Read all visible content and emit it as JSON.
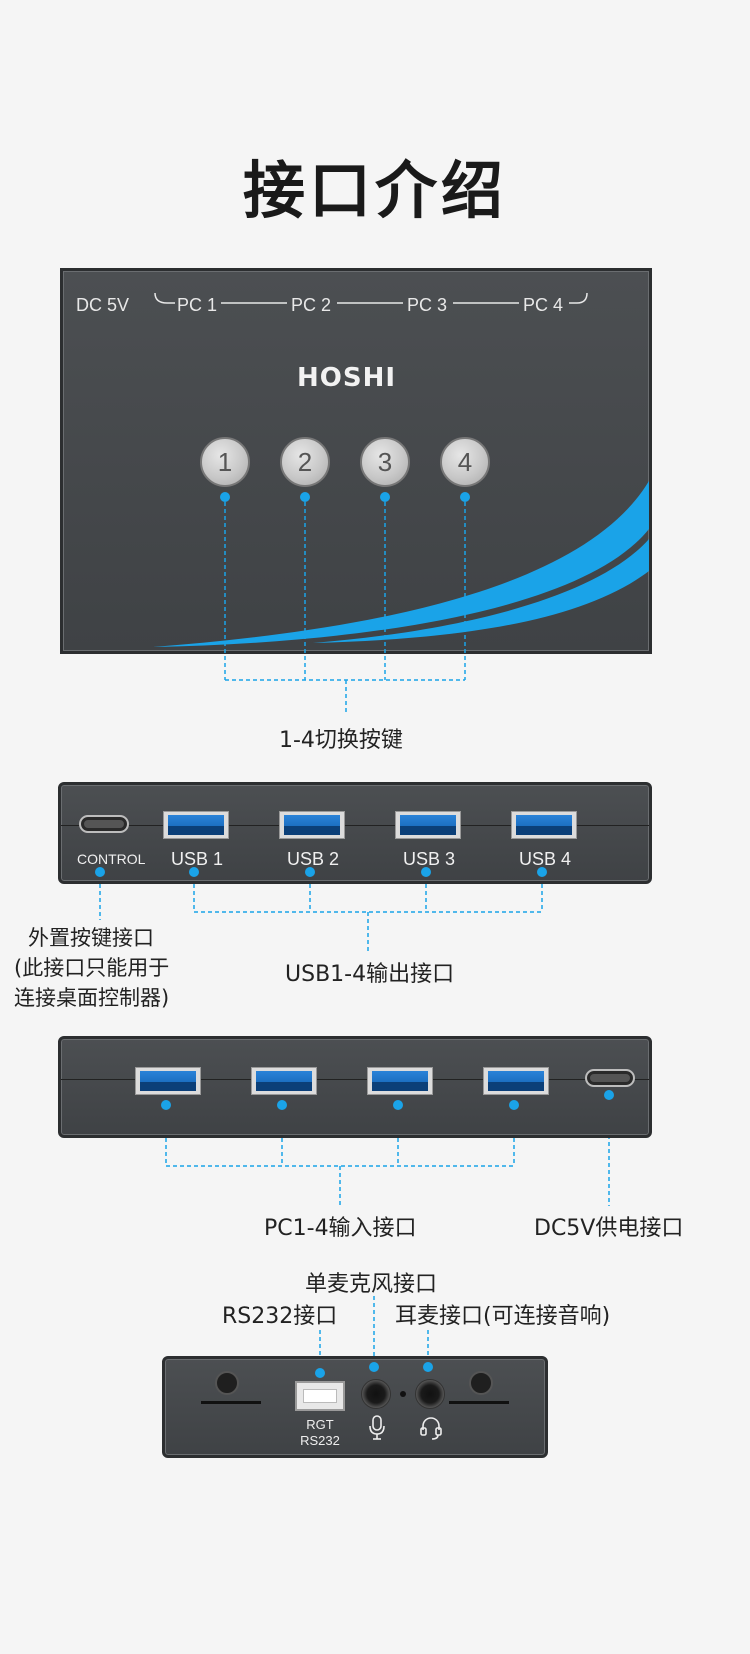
{
  "page_title": "接口介绍",
  "top_panel": {
    "power_label": "DC 5V",
    "pc_labels": [
      "PC 1",
      "PC 2",
      "PC 3",
      "PC 4"
    ],
    "brand": "HOSHI",
    "buttons": [
      "1",
      "2",
      "3",
      "4"
    ],
    "caption": "1-4切换按键"
  },
  "front_panel": {
    "control_label": "CONTROL",
    "usb_labels": [
      "USB 1",
      "USB 2",
      "USB 3",
      "USB 4"
    ],
    "control_caption": [
      "外置按键接口",
      "(此接口只能用于",
      "连接桌面控制器)"
    ],
    "usb_caption": "USB1-4输出接口"
  },
  "rear_panel": {
    "pc_caption": "PC1-4输入接口",
    "power_caption": "DC5V供电接口"
  },
  "side_panel": {
    "mic_caption": "单麦克风接口",
    "rs232_caption": "RS232接口",
    "headset_caption": "耳麦接口(可连接音响)",
    "rgt_label": "RGT",
    "rs232_label": "RS232"
  },
  "colors": {
    "accent": "#1aa3e8",
    "panel": "#45484b",
    "background": "#f5f5f5"
  },
  "icons": [
    "microphone-icon",
    "headset-icon",
    "screw-icon"
  ]
}
